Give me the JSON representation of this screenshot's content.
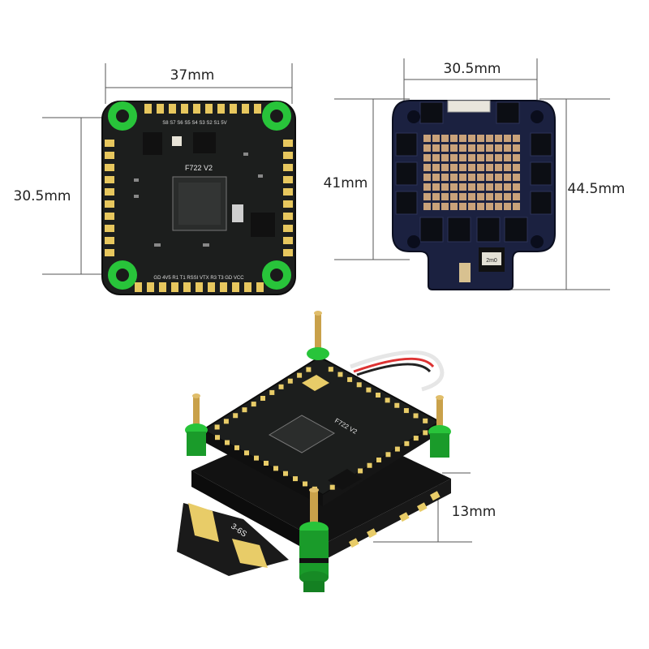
{
  "dimensions": {
    "fc_width": "37mm",
    "fc_mount_spacing": "30.5mm",
    "esc_mount_spacing": "30.5mm",
    "esc_height_left": "41mm",
    "esc_height_right": "44.5mm",
    "stack_height": "13mm"
  },
  "board_labels": {
    "fc_model": "F722  V2",
    "esc_voltage": "3-6S",
    "esc_resistor": "2m0"
  },
  "fc_pad_labels_top": [
    "S8",
    "S7",
    "S6",
    "S5",
    "S4",
    "S3",
    "S2",
    "S1",
    "5V"
  ],
  "fc_pad_labels_bottom": [
    "GD",
    "4V5",
    "R1",
    "T1",
    "RSSI",
    "VTX",
    "R3",
    "T3",
    "GD",
    "VCC"
  ],
  "colors": {
    "pcb": "#1c1e1d",
    "esc_pcb": "#1b2140",
    "standoff_green": "#28c43a",
    "pad_gold": "#e7c75e",
    "copper": "#c9a27a"
  }
}
